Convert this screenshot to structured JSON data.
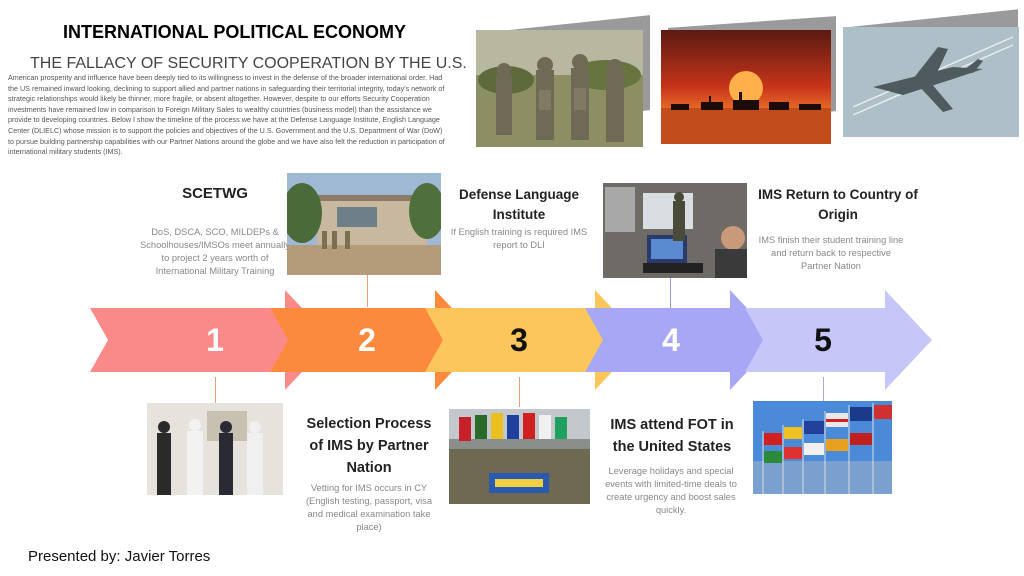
{
  "header": {
    "title": "INTERNATIONAL POLITICAL ECONOMY",
    "subtitle": "THE FALLACY OF SECURITY COOPERATION BY THE U.S.",
    "intro": "American prosperity and influence have been deeply tied to its willingness to invest in the defense of the broader international order. Had the US remained inward looking, declining to support allied and partner nations in safeguarding their territorial integrity, today's network of strategic relationships would likely be thinner, more fragile, or absent altogether. However, despite to our efforts Security Cooperation investments have remained low in comparison to Foreign Military Sales to wealthy countries (business model) than the assistance we provide to developing countries. Below I show the timeline of the process we have at the Defense Language Institute, English Language Center (DLIELC) whose mission is to support the policies and objectives of the U.S. Government and the U.S. Department of War (DoW) to pursue building partnership capabilities with our Partner Nations around the globe and we have also felt the reduction in participation of international military students (IMS)."
  },
  "timeline": {
    "steps": [
      {
        "number": "1",
        "color": "#fa8a8a"
      },
      {
        "number": "2",
        "color": "#fb8a3e"
      },
      {
        "number": "3",
        "color": "#fdc65a"
      },
      {
        "number": "4",
        "color": "#a7a7f5"
      },
      {
        "number": "5",
        "color": "#c4c7f7"
      }
    ],
    "items": {
      "scetwg": {
        "heading": "SCETWG",
        "desc": "DoS, DSCA, SCO, MILDEPs & Schoolhouses/IMSOs meet annually to project 2 years worth of International Military Training"
      },
      "selection": {
        "heading": "Selection Process of IMS by Partner Nation",
        "desc": "Vetting for IMS occurs in CY (English testing, passport, visa and medical examination take place)"
      },
      "dli": {
        "heading": "Defense Language Institute",
        "desc": "If English training is required IMS report to DLI"
      },
      "fot": {
        "heading": "IMS attend FOT in the United States",
        "desc": "Leverage holidays and special events with limited-time deals to create urgency and boost sales quickly."
      },
      "return": {
        "heading": "IMS Return to Country of Origin",
        "desc": "IMS finish their student training line and return back to respective Partner Nation"
      }
    }
  },
  "footer": {
    "presenter": "Presented by: Javier Torres"
  }
}
